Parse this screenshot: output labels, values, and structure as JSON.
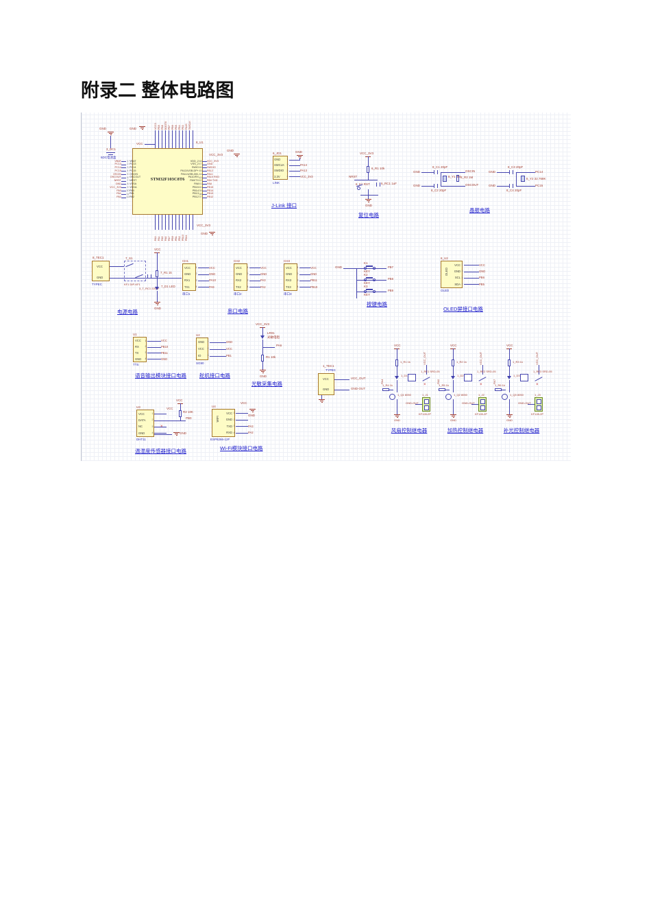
{
  "title": "附录二 整体电路图",
  "colors": {
    "wire": "#4343ae",
    "net_label": "#a23b2e",
    "caption": "#2121cc",
    "component_fill": "#fefcc6",
    "component_border": "#a4752a",
    "terminal_fill": "#dcedae"
  },
  "mcu": {
    "ref": "8_U1",
    "part": "STM32F103C8T6",
    "top_gnd": "GND",
    "top_vcc": "VCC",
    "battery": {
      "gnd": "GND",
      "ref": "3_DC1",
      "label": "6DC电池盒"
    },
    "left": [
      {
        "n": "1",
        "pin": "VBAT",
        "net": "VBAT"
      },
      {
        "n": "2",
        "pin": "PC13",
        "net": "PC13"
      },
      {
        "n": "3",
        "pin": "PC14",
        "net": "PC14"
      },
      {
        "n": "4",
        "pin": "PC15",
        "net": "PC15"
      },
      {
        "n": "5",
        "pin": "OSCIN",
        "net": "OSCIN"
      },
      {
        "n": "6",
        "pin": "OSCOUT",
        "net": "OSCOUT"
      },
      {
        "n": "7",
        "pin": "NRST",
        "net": "NRST"
      },
      {
        "n": "8",
        "pin": "VSSA",
        "net": "GND"
      },
      {
        "n": "9",
        "pin": "VDDA",
        "net": "VCC_3V3"
      },
      {
        "n": "10",
        "pin": "PA0",
        "net": "PA0"
      },
      {
        "n": "11",
        "pin": "PA1",
        "net": "PA1"
      },
      {
        "n": "12",
        "pin": "PA2",
        "net": "PA2"
      }
    ],
    "right": [
      {
        "n": "48",
        "pin": "VDD_2",
        "net": "VCC_3V3"
      },
      {
        "n": "47",
        "pin": "VSS_2",
        "net": "GND"
      },
      {
        "n": "46",
        "pin": "SWIO",
        "net": "SWDIO"
      },
      {
        "n": "45",
        "pin": "PA12/USB-DP+",
        "net": "PA12"
      },
      {
        "n": "44",
        "pin": "PA11/USB-DM-",
        "net": "PA11"
      },
      {
        "n": "43",
        "pin": "PA10/RX",
        "net": "PA10  RXD"
      },
      {
        "n": "42",
        "pin": "PA9/TX",
        "net": "PA9  TXD"
      },
      {
        "n": "41",
        "pin": "PA8",
        "net": "PA8"
      },
      {
        "n": "40",
        "pin": "PB15",
        "net": "PB15"
      },
      {
        "n": "39",
        "pin": "PB14",
        "net": "PB14"
      },
      {
        "n": "38",
        "pin": "PB13",
        "net": "PB13"
      },
      {
        "n": "37",
        "pin": "PB12",
        "net": "PB12"
      }
    ],
    "top_nets": [
      "VCC3",
      "PB9",
      "PB8",
      "BOOT0",
      "PB7",
      "PB6",
      "PB5",
      "PB4",
      "PB3",
      "PA15",
      "SWCLK"
    ],
    "bottom_nets": [
      "PA3",
      "PA4",
      "PA5",
      "PA6",
      "PA7",
      "PB0",
      "PB1",
      "PB2",
      "PB10",
      "PB11"
    ],
    "bottom_right": {
      "vcc": "VCC_3V3",
      "gnd": "GND"
    }
  },
  "jlink": {
    "ref": "6_JD1",
    "sub": "LINK",
    "caption": "J-Link 接口",
    "gnd": "GND",
    "pins": [
      {
        "n": "1",
        "name": "GND",
        "net": ""
      },
      {
        "n": "2",
        "name": "SWCLK",
        "net": "PA14"
      },
      {
        "n": "3",
        "name": "SWDIO",
        "net": "PA13"
      },
      {
        "n": "4",
        "name": "3.3V",
        "net": "VCC_3V3"
      }
    ]
  },
  "reset": {
    "vcc": "VCC_3V3",
    "r": "6_R1 10k",
    "net": "NRST",
    "key": "6_K1 RST",
    "cap": "6_RC1 1uF",
    "gnd": "GND",
    "caption": "复位电路"
  },
  "crystal": {
    "caption": "晶振电路",
    "g1": {
      "gnd1": "GND",
      "gnd2": "GND",
      "c1": "8_C1 20pF",
      "c2": "8_C2 20pF",
      "y": "8_Y1 8M",
      "r": "8_R2 1M",
      "net1": "OSCIN",
      "net2": "OSCOUT"
    },
    "g2": {
      "gnd1": "GND",
      "gnd2": "GND",
      "c1": "8_C3 20pF",
      "c2": "8_C4 20pF",
      "y": "8_Y2 32.768K",
      "net1": "PC14",
      "net2": "PC15"
    }
  },
  "power": {
    "ref": "8_TEC1",
    "sub": "TYPEC",
    "p1": "VCC",
    "p2": "GND",
    "sw": "7_S1",
    "sw_val": "KF1 DIP-KF1",
    "cap": "3_T_RC1 220uF",
    "vcc": "VCC",
    "r": "7_R1 1k",
    "led": "7_D1 LED",
    "gnd": "GND",
    "caption": "电源电路"
  },
  "serial": {
    "caption": "串口电路",
    "connectors": [
      {
        "ref": "CH1",
        "sub": "串口1",
        "pins": [
          {
            "n": "1",
            "name": "VCC",
            "net": "VCC"
          },
          {
            "n": "2",
            "name": "GND",
            "net": "GND"
          },
          {
            "n": "3",
            "name": "RX1",
            "net": "PA10"
          },
          {
            "n": "4",
            "name": "TX1",
            "net": "PA9"
          }
        ]
      },
      {
        "ref": "CH2",
        "sub": "串口2",
        "pins": [
          {
            "n": "1",
            "name": "VCC",
            "net": "VCC"
          },
          {
            "n": "2",
            "name": "GND",
            "net": "GND"
          },
          {
            "n": "3",
            "name": "RX2",
            "net": "PA3"
          },
          {
            "n": "4",
            "name": "TX2",
            "net": "PA2"
          }
        ]
      },
      {
        "ref": "CH3",
        "sub": "串口3",
        "pins": [
          {
            "n": "1",
            "name": "VCC",
            "net": "VCC"
          },
          {
            "n": "2",
            "name": "GND",
            "net": "GND"
          },
          {
            "n": "3",
            "name": "RX3",
            "net": "PB11"
          },
          {
            "n": "4",
            "name": "TX3",
            "net": "PB10"
          }
        ]
      }
    ]
  },
  "keys": {
    "caption": "按键电路",
    "gnd": "GND",
    "items": [
      {
        "ref": "K1",
        "name": "KEY",
        "net": "PB7"
      },
      {
        "ref": "K2",
        "name": "KEY",
        "net": "PB8"
      },
      {
        "ref": "K3",
        "name": "KEY",
        "net": "PB9"
      }
    ]
  },
  "oled": {
    "ref": "8_U2",
    "name": "OLED",
    "sub": "OLED",
    "caption": "OLED屏接口电路",
    "pins": [
      {
        "n": "1",
        "name": "VCC",
        "net": "VCC"
      },
      {
        "n": "2",
        "name": "GND",
        "net": "GND"
      },
      {
        "n": "3",
        "name": "SCL",
        "net": "PB6"
      },
      {
        "n": "4",
        "name": "SDA",
        "net": "PB5"
      }
    ]
  },
  "tts": {
    "ref": "U1",
    "sub": "TTS",
    "caption": "语音输出模块接口电路",
    "pins": [
      {
        "n": "1",
        "name": "VCC",
        "net": "VCC"
      },
      {
        "n": "2",
        "name": "RX",
        "net": "PB10"
      },
      {
        "n": "3",
        "name": "TX",
        "net": "PB11"
      },
      {
        "n": "4",
        "name": "GND",
        "net": "GND"
      }
    ]
  },
  "servo": {
    "ref": "U2",
    "sub": "SG90",
    "caption": "舵机接口电路",
    "pins": [
      {
        "n": "1",
        "name": "GND",
        "net": "GND"
      },
      {
        "n": "2",
        "name": "VCC",
        "net": "VCC"
      },
      {
        "n": "3",
        "name": "IO",
        "net": "PB1"
      }
    ]
  },
  "light": {
    "vcc": "VCC_3V3",
    "r1": "LR01",
    "r1name": "光敏电阻",
    "net": "PA6",
    "r2": "R1 10k",
    "gnd": "GND",
    "caption": "光敏采集电路"
  },
  "typec_out": {
    "ref": "1_TEC1",
    "sub": "TYPEC",
    "p1": "VCC",
    "p2": "GND",
    "net1": "VCC_OUT",
    "net2": "GND-OUT",
    "gnd": "GND"
  },
  "relays": {
    "items": [
      {
        "vcc": "VCC",
        "r": "1_R1 1k",
        "d": "1_D1 LED",
        "re": "1_RE1 SRD-05",
        "vout": "VCC_OUT",
        "ctrl": "PA4",
        "rb": "1_R4 1k",
        "q": "1_Q1 8050",
        "gout": "GND-OUT",
        "j": "1_J1",
        "jt": "KF128-2P",
        "gnd": "GND",
        "cap": "风扇控制继电器"
      },
      {
        "vcc": "VCC",
        "r": "1_R2 1k",
        "d": "1_D2 LED",
        "re": "1_RE2 SRD-05",
        "vout": "VCC_OUT",
        "ctrl": "PA5",
        "rb": "1_R5 1k",
        "q": "1_Q2 8050",
        "gout": "GND-OUT",
        "j": "1_J2",
        "jt": "KF128-2P",
        "gnd": "GND",
        "cap": "加热控制继电器"
      },
      {
        "vcc": "VCC",
        "r": "1_R3 1k",
        "d": "1_D3 LED",
        "re": "1_RE3 SRD-05",
        "vout": "VCC_OUT",
        "ctrl": "PA7",
        "rb": "1_R6 1k",
        "q": "1_Q3 8050",
        "gout": "GND-OUT",
        "j": "1_J3",
        "jt": "KF128-2P",
        "gnd": "GND",
        "cap": "补光控制继电器"
      }
    ]
  },
  "dht": {
    "ref": "U3",
    "sub": "DHT11",
    "caption": "温湿度传感器接口电路",
    "vcc_net": "VCC",
    "vcc": "VCC",
    "r": "R2 10K",
    "net": "PB0",
    "nc_x": "×",
    "gnd": "GND",
    "pins": [
      {
        "n": "1",
        "name": "VCC"
      },
      {
        "n": "2",
        "name": "DATA"
      },
      {
        "n": "3",
        "name": "NC"
      },
      {
        "n": "4",
        "name": "GND"
      }
    ]
  },
  "wifi": {
    "ref": "U4",
    "name": "WIFI",
    "sub": "ESP8266-12F",
    "caption": "Wi-Fi模块接口电路",
    "vcc": "VCC",
    "gnd": "GND",
    "pins": [
      {
        "n": "1",
        "name": "VCC",
        "net": ""
      },
      {
        "n": "2",
        "name": "GND",
        "net": ""
      },
      {
        "n": "3",
        "name": "TXD",
        "net": "PA3"
      },
      {
        "n": "4",
        "name": "RXD",
        "net": "PA2"
      }
    ]
  }
}
